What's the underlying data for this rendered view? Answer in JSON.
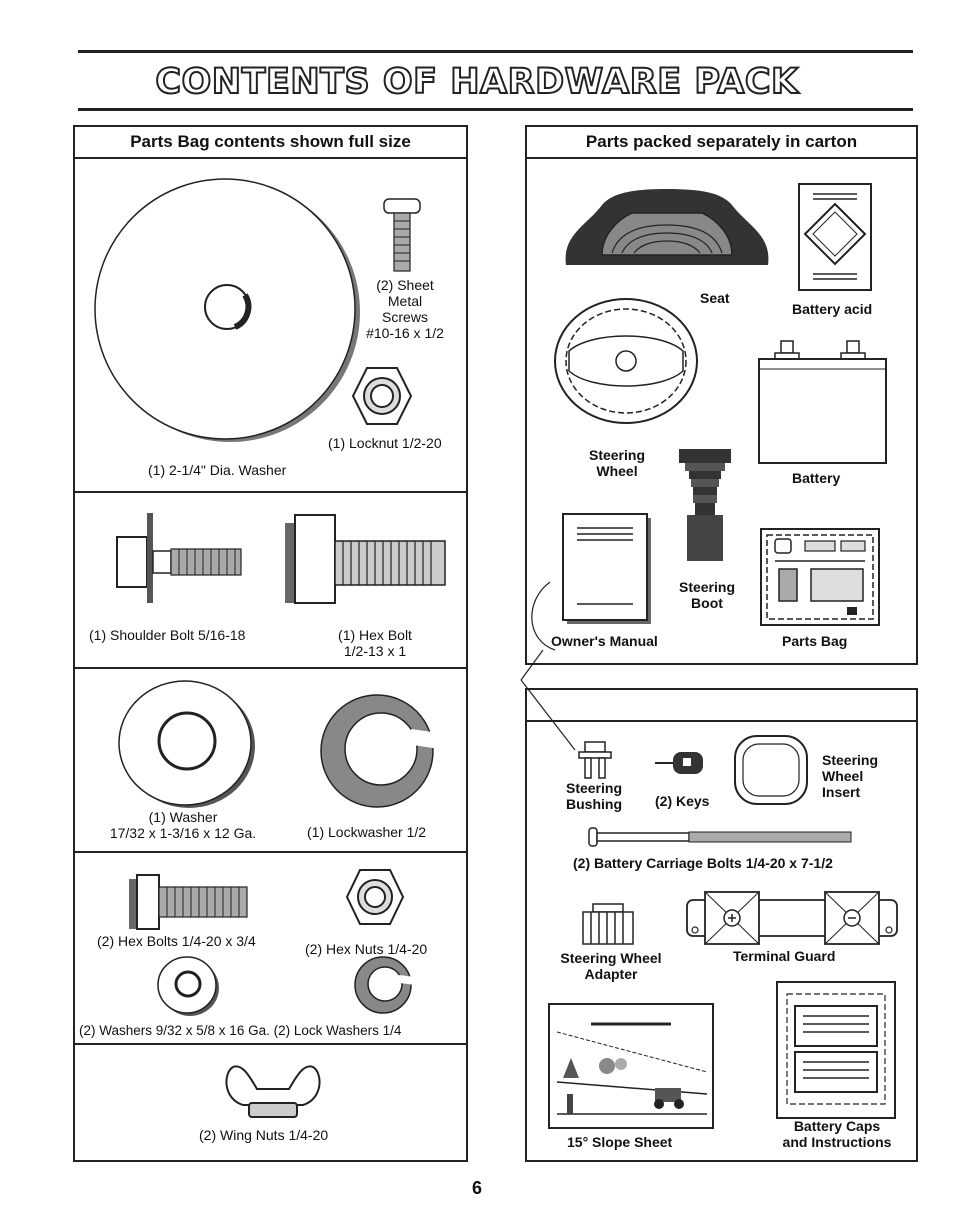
{
  "title": "CONTENTS OF HARDWARE PACK",
  "left_panel": {
    "heading": "Parts Bag contents shown full size",
    "screws": [
      "(2) Sheet",
      "Metal",
      "Screws",
      "#10-16 x 1/2"
    ],
    "locknut": "(1) Locknut  1/2-20",
    "big_washer": "(1) 2-1/4\" Dia. Washer",
    "shoulder_bolt": "(1) Shoulder Bolt  5/16-18",
    "hex_bolt": [
      "(1) Hex Bolt",
      "1/2-13 x 1"
    ],
    "washer": [
      "(1) Washer",
      "17/32 x 1-3/16 x 12 Ga."
    ],
    "lockwasher": "(1) Lockwasher  1/2",
    "hex_bolts": "(2) Hex Bolts  1/4-20 x 3/4",
    "hex_nuts": "(2) Hex Nuts  1/4-20",
    "washers_locks": "(2) Washers  9/32  x 5/8 x 16 Ga. (2) Lock Washers  1/4",
    "wing_nuts": "(2) Wing Nuts  1/4-20"
  },
  "right_panel": {
    "heading": "Parts packed separately in carton",
    "seat": "Seat",
    "battery_acid": "Battery acid",
    "steering_wheel": [
      "Steering",
      "Wheel"
    ],
    "battery": "Battery",
    "steering_boot": [
      "Steering",
      "Boot"
    ],
    "owners_manual": "Owner's Manual",
    "parts_bag": "Parts Bag"
  },
  "lower_panel": {
    "steering_bushing": [
      "Steering",
      "Bushing"
    ],
    "keys": "(2) Keys",
    "wheel_insert": [
      "Steering",
      "Wheel",
      "Insert"
    ],
    "carriage_bolts": "(2) Battery Carriage Bolts 1/4-20 x 7-1/2",
    "wheel_adapter": [
      "Steering Wheel",
      "Adapter"
    ],
    "terminal_guard": "Terminal Guard",
    "slope_sheet": "15° Slope Sheet",
    "battery_caps": [
      "Battery Caps",
      "and Instructions"
    ]
  },
  "page_number": "6"
}
